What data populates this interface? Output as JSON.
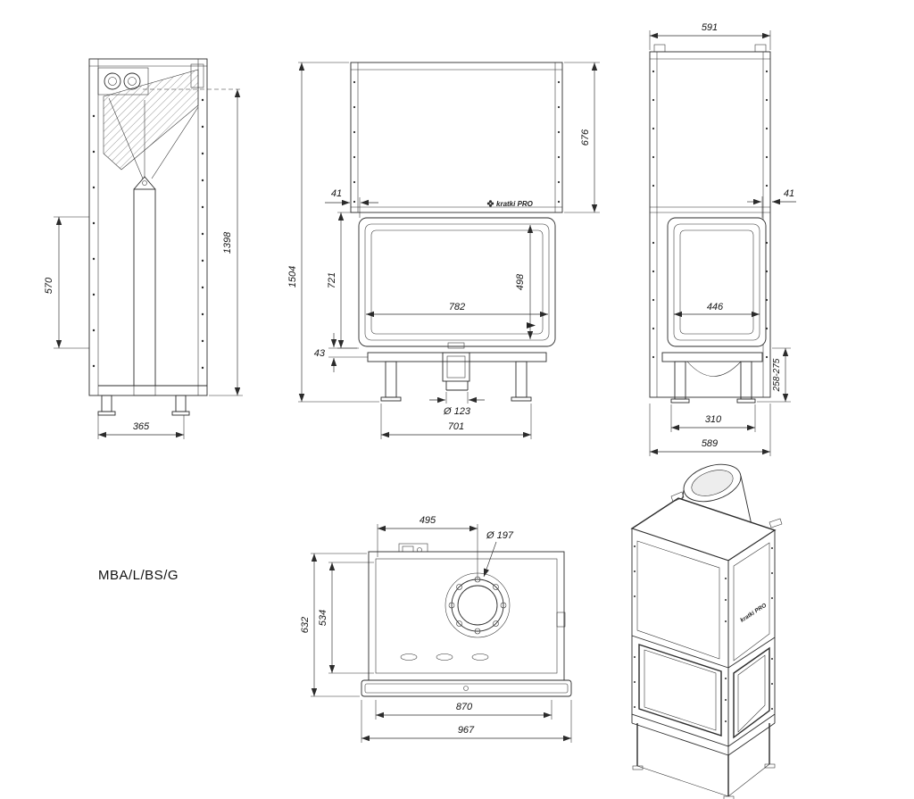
{
  "model_label": "MBA/L/BS/G",
  "brand": "kratki PRO",
  "views": {
    "side_left": {
      "dim_570": "570",
      "dim_1398": "1398",
      "dim_365": "365"
    },
    "front": {
      "dim_41": "41",
      "dim_676": "676",
      "dim_1504": "1504",
      "dim_721": "721",
      "dim_498": "498",
      "dim_782": "782",
      "dim_43": "43",
      "dim_flue": "Ø 123",
      "dim_701": "701"
    },
    "side_right": {
      "dim_591": "591",
      "dim_41": "41",
      "dim_446": "446",
      "dim_legs": "258-275",
      "dim_310": "310",
      "dim_589": "589"
    },
    "top": {
      "dim_495": "495",
      "dim_flue": "Ø 197",
      "dim_632": "632",
      "dim_534": "534",
      "dim_870": "870",
      "dim_967": "967"
    }
  }
}
